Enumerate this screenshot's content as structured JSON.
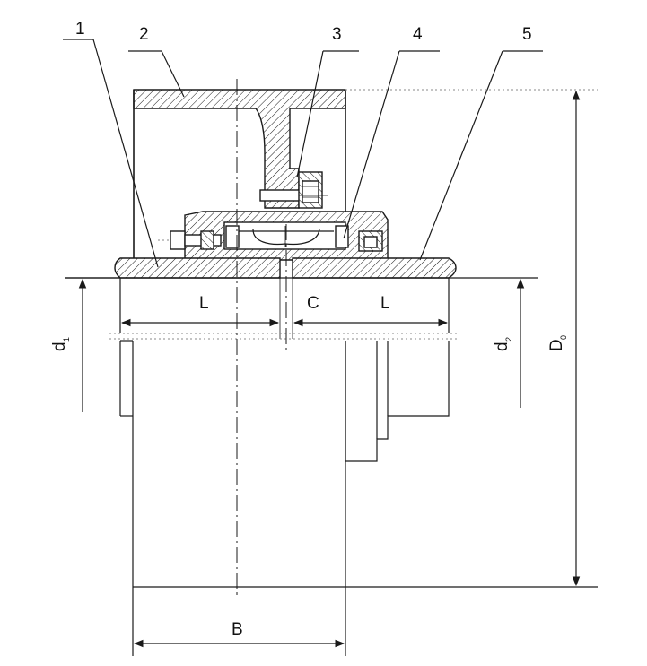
{
  "diagram": {
    "callouts": [
      "1",
      "2",
      "3",
      "4",
      "5"
    ],
    "dimensions": {
      "L_left": "L",
      "C": "C",
      "L_right": "L",
      "d1_main": "d",
      "d1_sub": "1",
      "d2_main": "d",
      "d2_sub": "2",
      "D0_main": "D",
      "D0_sub": "0",
      "B": "B"
    }
  }
}
